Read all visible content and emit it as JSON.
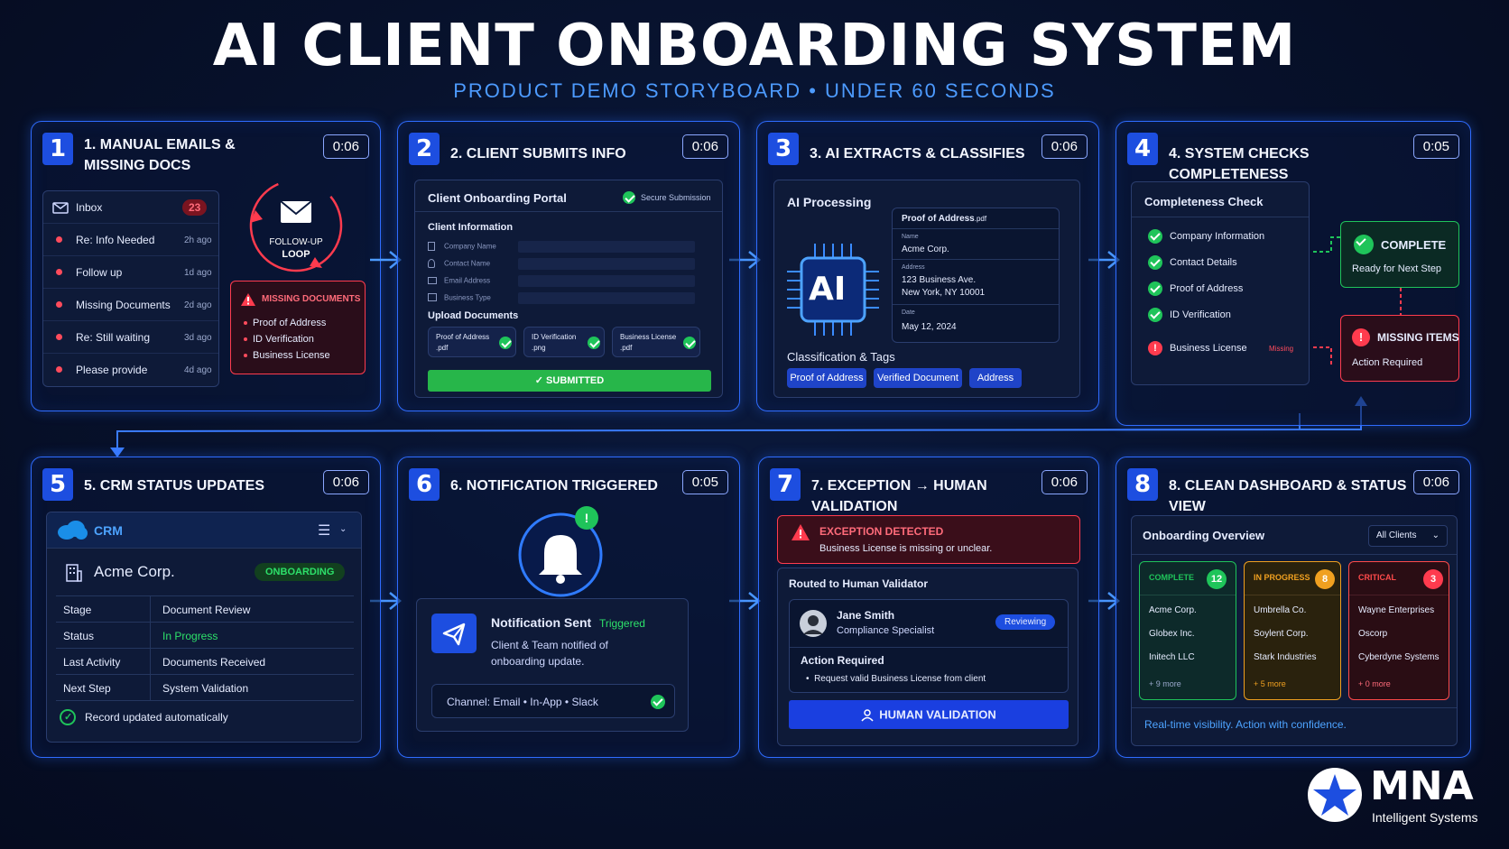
{
  "title": "AI CLIENT ONBOARDING SYSTEM",
  "subtitle": "PRODUCT DEMO STORYBOARD • UNDER 60 SECONDS",
  "steps": [
    {
      "num": "1",
      "title": "1. MANUAL EMAILS & MISSING DOCS",
      "time": "0:06"
    },
    {
      "num": "2",
      "title": "2. CLIENT SUBMITS INFO",
      "time": "0:06"
    },
    {
      "num": "3",
      "title": "3. AI EXTRACTS & CLASSIFIES",
      "time": "0:06"
    },
    {
      "num": "4",
      "title": "4. SYSTEM CHECKS COMPLETENESS",
      "time": "0:05"
    },
    {
      "num": "5",
      "title": "5. CRM STATUS UPDATES",
      "time": "0:06"
    },
    {
      "num": "6",
      "title": "6. NOTIFICATION TRIGGERED",
      "time": "0:05"
    },
    {
      "num": "7",
      "title": "7. EXCEPTION → HUMAN VALIDATION",
      "time": "0:06"
    },
    {
      "num": "8",
      "title": "8. CLEAN DASHBOARD & STATUS VIEW",
      "time": "0:06"
    }
  ],
  "p1": {
    "inbox_label": "Inbox",
    "inbox_count": "23",
    "emails": [
      {
        "subject": "Re: Info Needed",
        "age": "2h ago"
      },
      {
        "subject": "Follow up",
        "age": "1d ago"
      },
      {
        "subject": "Missing Documents",
        "age": "2d ago"
      },
      {
        "subject": "Re: Still waiting",
        "age": "3d ago"
      },
      {
        "subject": "Please provide",
        "age": "4d ago"
      }
    ],
    "loop_l1": "FOLLOW-UP",
    "loop_l2": "LOOP",
    "missing_title": "MISSING DOCUMENTS",
    "missing_items": [
      "Proof of Address",
      "ID Verification",
      "Business License"
    ]
  },
  "p2": {
    "portal": "Client Onboarding Portal",
    "secure": "Secure Submission",
    "client_info": "Client Information",
    "fields": [
      "Company Name",
      "Contact Name",
      "Email Address",
      "Business Type"
    ],
    "upload": "Upload Documents",
    "docs": [
      {
        "l1": "Proof of Address",
        "l2": ".pdf"
      },
      {
        "l1": "ID Verification",
        "l2": ".png"
      },
      {
        "l1": "Business License",
        "l2": ".pdf"
      }
    ],
    "submitted": "SUBMITTED"
  },
  "p3": {
    "processing": "AI Processing",
    "ai": "AI",
    "doc_name": "Proof of Address",
    "doc_ext": ".pdf",
    "name_label": "Name",
    "name_value": "Acme Corp.",
    "addr_label": "Address",
    "addr_l1": "123 Business Ave.",
    "addr_l2": "New York, NY 10001",
    "date_label": "Date",
    "date_value": "May 12, 2024",
    "class_title": "Classification & Tags",
    "tags": [
      "Proof of Address",
      "Verified Document",
      "Address"
    ]
  },
  "p4": {
    "check_title": "Completeness Check",
    "items": [
      "Company Information",
      "Contact Details",
      "Proof of Address",
      "ID Verification"
    ],
    "missing_item": "Business License",
    "missing_tag": "Missing",
    "complete": "COMPLETE",
    "complete_sub": "Ready for Next Step",
    "missing_box": "MISSING ITEMS",
    "missing_sub": "Action Required"
  },
  "p5": {
    "crm": "CRM",
    "company": "Acme Corp.",
    "badge": "ONBOARDING",
    "rows": [
      {
        "k": "Stage",
        "v": "Document Review"
      },
      {
        "k": "Status",
        "v": "In Progress"
      },
      {
        "k": "Last Activity",
        "v": "Documents Received"
      },
      {
        "k": "Next Step",
        "v": "System Validation"
      }
    ],
    "updated": "Record updated automatically"
  },
  "p6": {
    "badge": "!",
    "sent": "Notification Sent",
    "triggered": "Triggered",
    "desc1": "Client & Team notified of",
    "desc2": "onboarding update.",
    "channel": "Channel: Email  •  In-App  •  Slack"
  },
  "p7": {
    "exc_title": "EXCEPTION DETECTED",
    "exc_desc": "Business License is missing or unclear.",
    "routed": "Routed to Human Validator",
    "person": "Jane Smith",
    "role": "Compliance Specialist",
    "status": "Reviewing",
    "action_title": "Action Required",
    "action_item": "Request valid Business License from client",
    "button": "HUMAN VALIDATION"
  },
  "p8": {
    "overview": "Onboarding Overview",
    "filter": "All Clients",
    "cols": [
      {
        "label": "COMPLETE",
        "count": "12",
        "color": "#1fc45a",
        "items": [
          "Acme Corp.",
          "Globex Inc.",
          "Initech LLC"
        ],
        "more": "+ 9 more"
      },
      {
        "label": "IN PROGRESS",
        "count": "8",
        "color": "#f0a020",
        "items": [
          "Umbrella Co.",
          "Soylent Corp.",
          "Stark Industries"
        ],
        "more": "+ 5 more"
      },
      {
        "label": "CRITICAL",
        "count": "3",
        "color": "#ff4b4b",
        "items": [
          "Wayne Enterprises",
          "Oscorp",
          "Cyberdyne Systems"
        ],
        "more": "+ 0 more"
      }
    ],
    "footer": "Real-time visibility. Action with confidence."
  },
  "logo": {
    "name": "MNA",
    "tagline": "Intelligent Systems"
  }
}
